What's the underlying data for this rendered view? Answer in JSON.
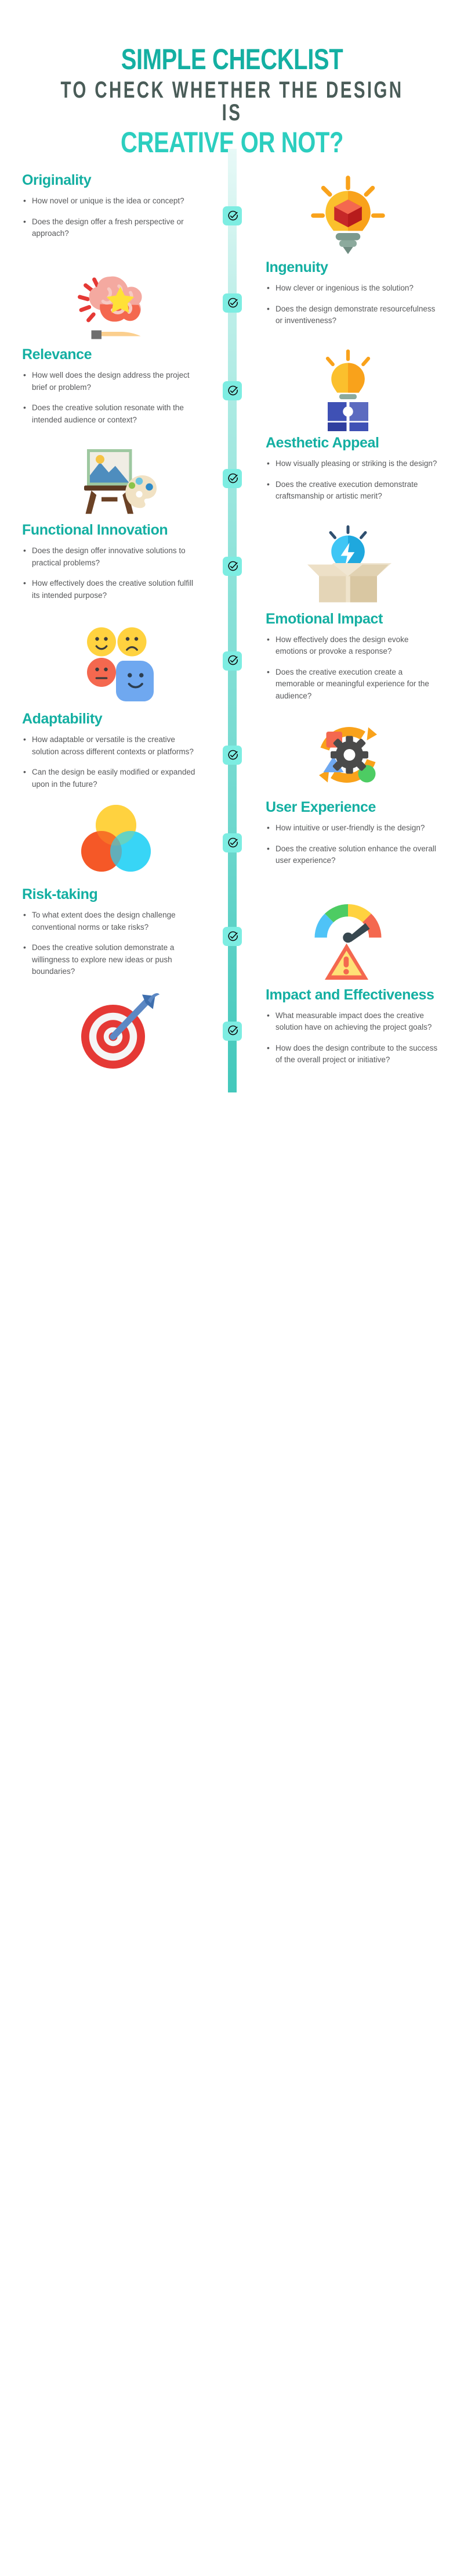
{
  "header": {
    "line1": "Simple Checklist",
    "line2": "To Check Whether the Design is",
    "line3": "Creative or Not?"
  },
  "colors": {
    "accent_teal": "#14AFA2",
    "accent_light_teal": "#2CCEBF",
    "badge_mint": "#7DEDE2",
    "body_text": "#58595B",
    "subtitle_gray": "#4A5C58"
  },
  "sections": [
    {
      "title": "Originality",
      "side": "left",
      "icon": "lightbulb-cube-icon",
      "bullets": [
        "How novel or unique is the idea or concept?",
        "Does the design offer a fresh perspective or approach?"
      ]
    },
    {
      "title": "Ingenuity",
      "side": "right",
      "icon": "brain-star-hand-icon",
      "bullets": [
        "How clever or ingenious is the solution?",
        "Does the design demonstrate resourcefulness or inventiveness?"
      ]
    },
    {
      "title": "Relevance",
      "side": "left",
      "icon": "puzzle-lightbulb-icon",
      "bullets": [
        "How well does the design address the project brief or problem?",
        "Does the creative solution resonate with the intended audience or context?"
      ]
    },
    {
      "title": "Aesthetic Appeal",
      "side": "right",
      "icon": "easel-palette-icon",
      "bullets": [
        "How visually pleasing or striking is the design?",
        "Does the creative execution demonstrate craftsmanship or artistic merit?"
      ]
    },
    {
      "title": "Functional Innovation",
      "side": "left",
      "icon": "box-lightbulb-icon",
      "bullets": [
        "Does the design offer innovative solutions to practical problems?",
        "How effectively does the creative solution fulfill its intended purpose?"
      ]
    },
    {
      "title": "Emotional Impact",
      "side": "right",
      "icon": "emoji-faces-icon",
      "bullets": [
        "How effectively does the design evoke emotions or provoke a response?",
        "Does the creative execution create a memorable or meaningful experience for the audience?"
      ]
    },
    {
      "title": "Adaptability",
      "side": "left",
      "icon": "gear-arrows-icon",
      "bullets": [
        "How adaptable or versatile is the creative solution across different contexts or platforms?",
        "Can the design be easily modified or expanded upon in the future?"
      ]
    },
    {
      "title": "User Experience",
      "side": "right",
      "icon": "venn-circles-icon",
      "bullets": [
        "How intuitive or user-friendly is the design?",
        "Does the creative solution enhance the overall user experience?"
      ]
    },
    {
      "title": "Risk-taking",
      "side": "left",
      "icon": "gauge-warning-icon",
      "bullets": [
        "To what extent does the design challenge conventional norms or take risks?",
        "Does the creative solution demonstrate a willingness to explore new ideas or push boundaries?"
      ]
    },
    {
      "title": "Impact and Effectiveness",
      "side": "right",
      "icon": "dartboard-icon",
      "bullets": [
        "What measurable impact does the creative solution have on achieving the project goals?",
        "How does the design contribute to the success of the overall project or initiative?"
      ]
    }
  ]
}
